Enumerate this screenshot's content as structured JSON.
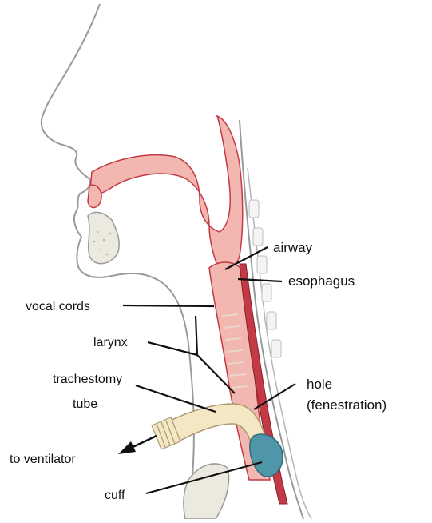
{
  "labels": {
    "airway": "airway",
    "esophagus": "esophagus",
    "vocal_cords": "vocal cords",
    "larynx": "larynx",
    "trachestomy_line1": "trachestomy",
    "trachestomy_line2": "tube",
    "hole_line1": "hole",
    "hole_line2": "(fenestration)",
    "to_ventilator": "to ventilator",
    "cuff": "cuff"
  },
  "colors": {
    "tissue_fill": "#f2b7b0",
    "tissue_dark": "#c23a45",
    "skin_outline": "#9a9a9a",
    "bone_fill": "#ece9df",
    "tube_fill": "#f3e7c4",
    "cuff_fill": "#4f97a8",
    "leader_line": "#111111"
  }
}
